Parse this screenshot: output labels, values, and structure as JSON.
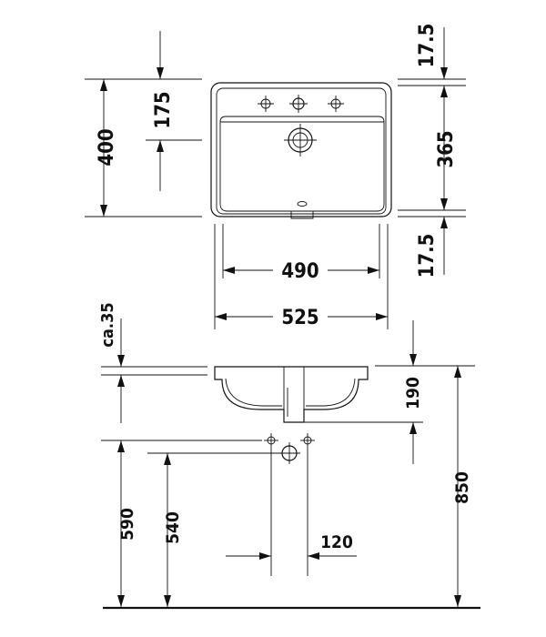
{
  "top_view": {
    "dim_400": "400",
    "dim_175": "175",
    "dim_17_5_top": "17.5",
    "dim_365": "365",
    "dim_17_5_bottom": "17.5",
    "dim_490": "490",
    "dim_525": "525"
  },
  "side_view": {
    "dim_ca35": "ca.35",
    "dim_190": "190",
    "dim_850": "850",
    "dim_590": "590",
    "dim_540": "540",
    "dim_120": "120"
  }
}
